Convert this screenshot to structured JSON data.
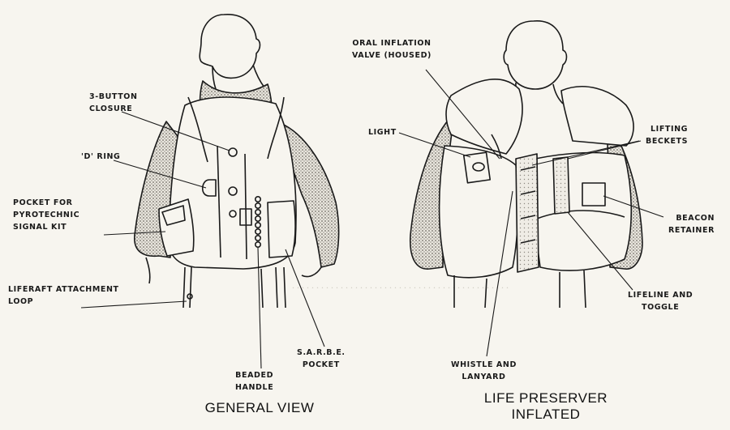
{
  "figures": {
    "general_view": {
      "caption": "GENERAL VIEW",
      "callouts": {
        "three_button_closure": "3-BUTTON\nCLOSURE",
        "d_ring": "'D' RING",
        "pocket_pyrotechnic": "POCKET FOR\nPYROTECHNIC\nSIGNAL KIT",
        "liferaft_loop": "LIFERAFT ATTACHMENT\nLOOP",
        "beaded_handle": "BEADED\nHANDLE",
        "sarbe_pocket": "S.A.R.B.E.\nPOCKET"
      }
    },
    "life_preserver_inflated": {
      "caption": "LIFE PRESERVER\nINFLATED",
      "callouts": {
        "oral_inflation_valve": "ORAL INFLATION\nVALVE (HOUSED)",
        "light": "LIGHT",
        "lifting_beckets": "LIFTING\nBECKETS",
        "beacon_retainer": "BEACON\nRETAINER",
        "lifeline_toggle": "LIFELINE AND\nTOGGLE",
        "whistle_lanyard": "WHISTLE AND\nLANYARD"
      }
    }
  },
  "colors": {
    "ink": "#1a1a1a",
    "paper": "#f7f5ef",
    "shade": "#9a968e"
  }
}
